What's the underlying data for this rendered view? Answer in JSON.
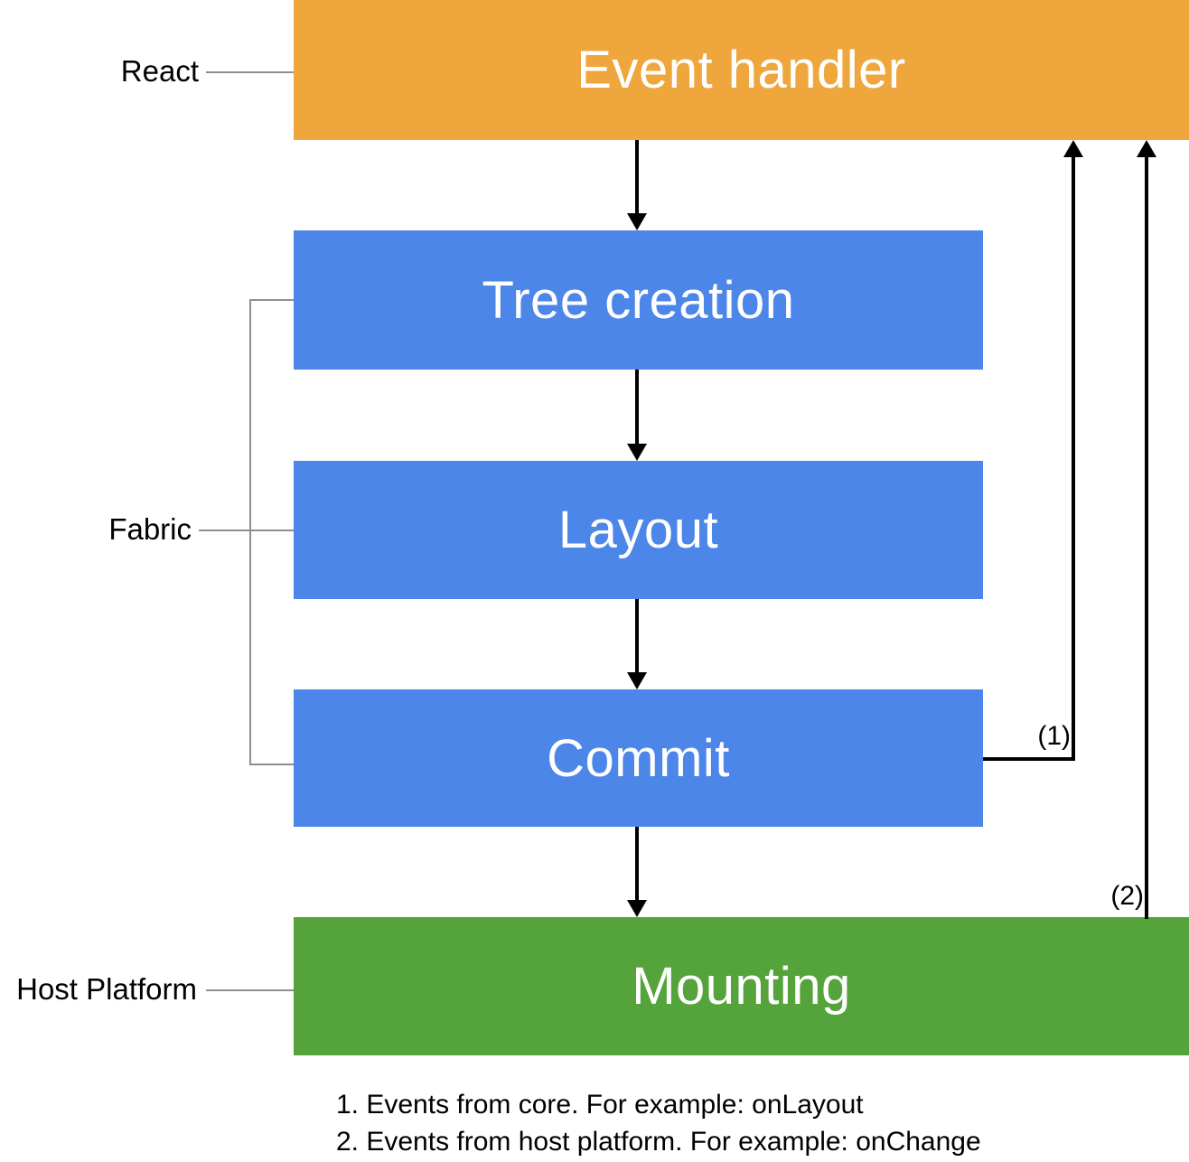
{
  "diagram": {
    "nodes": {
      "event_handler": {
        "label": "Event handler",
        "color": "#EFA63D"
      },
      "tree_creation": {
        "label": "Tree creation",
        "color": "#4C86E8"
      },
      "layout": {
        "label": "Layout",
        "color": "#4C86E8"
      },
      "commit": {
        "label": "Commit",
        "color": "#4C86E8"
      },
      "mounting": {
        "label": "Mounting",
        "color": "#54A43B"
      }
    },
    "side_labels": {
      "react": "React",
      "fabric": "Fabric",
      "host_platform": "Host Platform"
    },
    "arrow_labels": {
      "one": "(1)",
      "two": "(2)"
    },
    "footnotes": [
      "1. Events from core. For example: onLayout",
      "2. Events from host platform. For example: onChange"
    ],
    "colors": {
      "arrow": "#000000",
      "connector": "#8f8f8f",
      "node_text": "#ffffff",
      "background": "#ffffff"
    }
  }
}
